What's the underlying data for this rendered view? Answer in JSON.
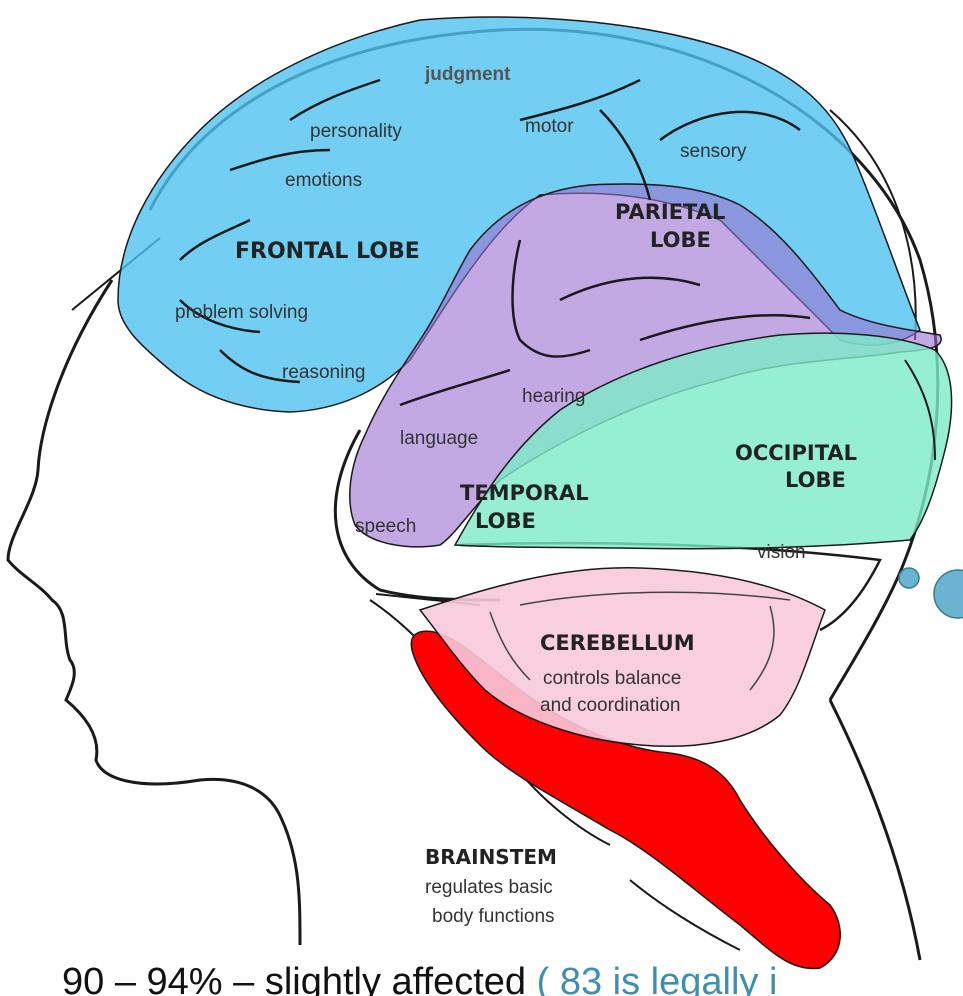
{
  "labels": {
    "judgment": "judgment",
    "personality": "personality",
    "motor": "motor",
    "sensory": "sensory",
    "emotions": "emotions",
    "frontal_lobe": "FRONTAL LOBE",
    "parietal_1": "PARIETAL",
    "parietal_2": "LOBE",
    "problem_solving": "problem solving",
    "reasoning": "reasoning",
    "hearing": "hearing",
    "language": "language",
    "occipital_1": "OCCIPITAL",
    "occipital_2": "LOBE",
    "temporal_1": "TEMPORAL",
    "temporal_2": "LOBE",
    "speech": "speech",
    "vision": "vision",
    "cerebellum": "CEREBELLUM",
    "cerebellum_desc_1": "controls balance",
    "cerebellum_desc_2": "and coordination",
    "brainstem": "BRAINSTEM",
    "brainstem_desc_1": "regulates basic",
    "brainstem_desc_2": "body functions"
  },
  "footer": {
    "text": "90 – 94% – slightly affected ",
    "link_text": "( 83 is legally i"
  },
  "colors": {
    "frontal": "#4fc3f0",
    "parietal": "#9b6fd0",
    "occipital": "#7debc8",
    "cerebellum": "#f8c9dc",
    "brainstem": "#ff0000",
    "outline": "#1a1a1a",
    "label": "#222222",
    "bubble": "#6ab4d2"
  }
}
